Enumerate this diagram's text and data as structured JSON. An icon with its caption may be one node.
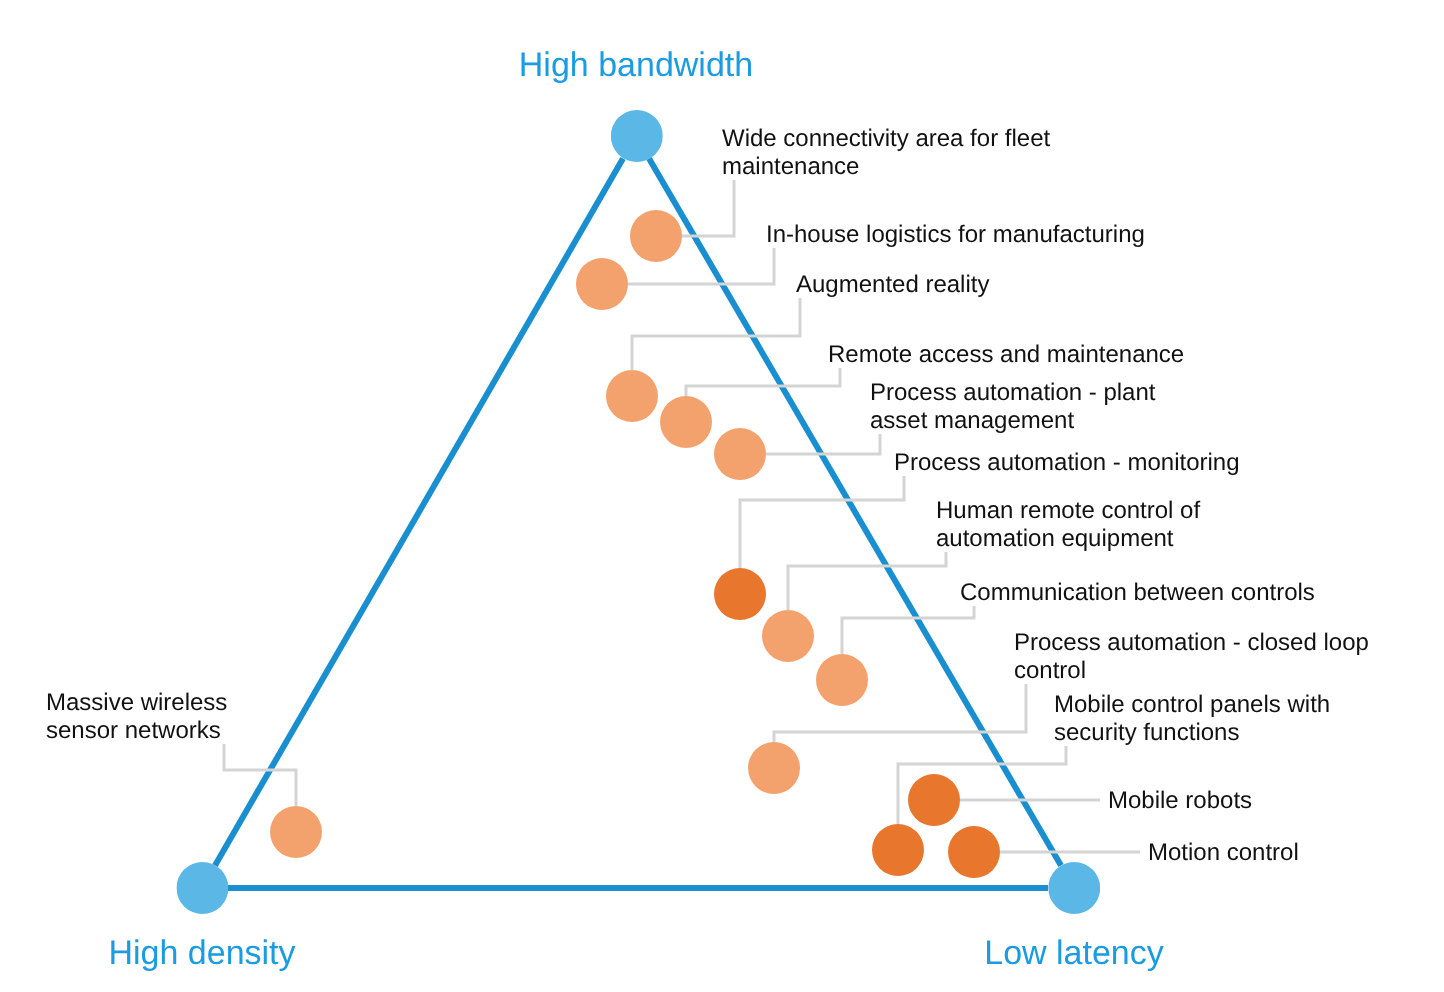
{
  "diagram": {
    "nodes": [
      {
        "text": [
          "High bandwidth"
        ]
      },
      {
        "text": [
          "Wide connectivity area for fleet maintenance"
        ]
      },
      {
        "text": [
          "In-house logistics for manufacturing"
        ]
      },
      {
        "text": [
          "Augmented reality"
        ]
      },
      {
        "text": [
          "Remote access and maintenance"
        ]
      },
      {
        "text": [
          "Process automation - plant asset management"
        ]
      },
      {
        "text": [
          "Process automation - monitoring"
        ]
      },
      {
        "text": [
          "Human remote control of automation equipment"
        ]
      },
      {
        "text": [
          "Communication between controls"
        ]
      },
      {
        "text": [
          "Process automation - closed loop control"
        ]
      },
      {
        "text": [
          "Mobile control panels with security functions"
        ]
      },
      {
        "text": [
          "Mobile robots"
        ]
      },
      {
        "text": [
          "Motion control"
        ]
      },
      {
        "text": [
          "Massive wireless sensor networks"
        ]
      },
      {
        "text": [],
        "shape": "circle"
      },
      {
        "text": [],
        "shape": "circle"
      },
      {
        "text": [],
        "shape": "circle"
      },
      {
        "text": [],
        "shape": "circle"
      },
      {
        "text": [],
        "shape": "circle"
      },
      {
        "text": [],
        "shape": "circle"
      },
      {
        "text": [],
        "shape": "circle"
      },
      {
        "text": [],
        "shape": "circle"
      },
      {
        "text": [],
        "shape": "circle"
      },
      {
        "text": [],
        "shape": "circle"
      },
      {
        "text": [],
        "shape": "circle"
      },
      {
        "text": [],
        "shape": "circle"
      },
      {
        "text": [],
        "shape": "circle"
      },
      {
        "text": [
          "High density"
        ]
      },
      {
        "text": [
          "Low latency"
        ]
      }
    ],
    "edges": [
      {
        "from": 0,
        "to": 27,
        "arrow": "none",
        "style": "thick",
        "color": "#1a8fd0"
      },
      {
        "from": 27,
        "to": 28,
        "arrow": "none",
        "style": "thick",
        "color": "#1a8fd0"
      },
      {
        "from": 28,
        "to": 0,
        "arrow": "none",
        "style": "thick",
        "color": "#1a8fd0"
      },
      {
        "from": 1,
        "to": 14,
        "arrow": "none"
      },
      {
        "from": 2,
        "to": 15,
        "arrow": "none"
      },
      {
        "from": 3,
        "to": 16,
        "arrow": "none"
      },
      {
        "from": 4,
        "to": 17,
        "arrow": "none"
      },
      {
        "from": 5,
        "to": 18,
        "arrow": "none"
      },
      {
        "from": 6,
        "to": 19,
        "arrow": "none"
      },
      {
        "from": 7,
        "to": 20,
        "arrow": "none"
      },
      {
        "from": 8,
        "to": 21,
        "arrow": "none"
      },
      {
        "from": 9,
        "to": 22,
        "arrow": "none"
      },
      {
        "from": 10,
        "to": 23,
        "arrow": "none"
      },
      {
        "from": 11,
        "to": 24,
        "arrow": "none"
      },
      {
        "from": 12,
        "to": 25,
        "arrow": "none"
      },
      {
        "from": 13,
        "to": 26,
        "arrow": "none"
      }
    ]
  }
}
